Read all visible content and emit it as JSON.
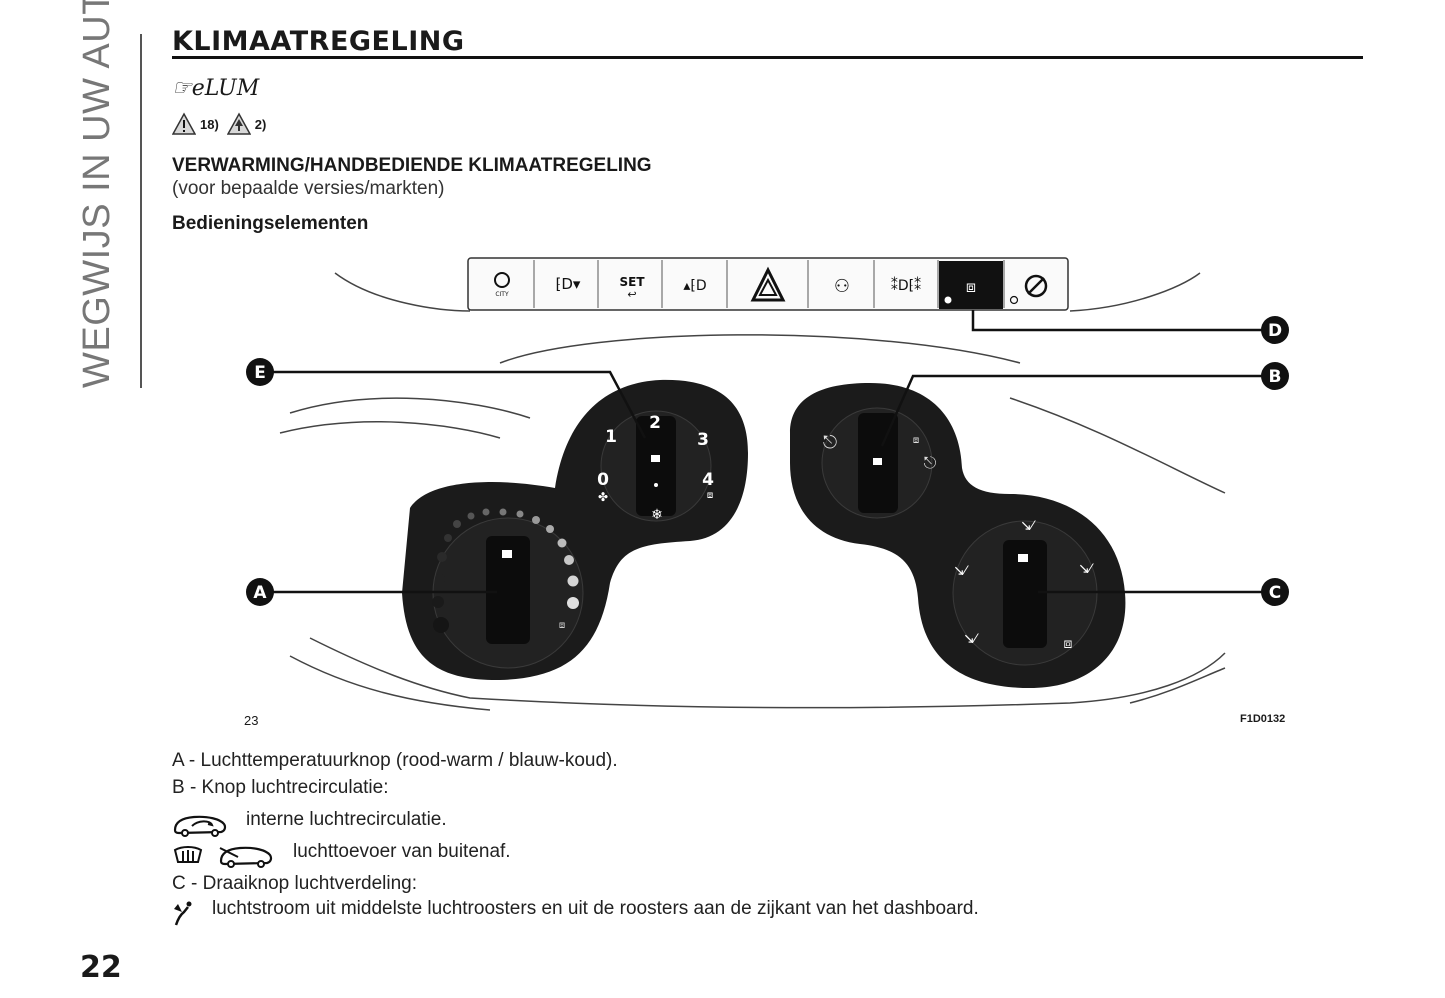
{
  "sidebar": {
    "section": "WEGWIJS IN UW AUTO"
  },
  "header": {
    "title": "KLIMAATREGELING",
    "elum": "eLUM"
  },
  "warnings": [
    {
      "icon": "warning-triangle-icon",
      "ref": "18)"
    },
    {
      "icon": "environment-icon",
      "ref": "2)"
    }
  ],
  "section": {
    "heading": "VERWARMING/HANDBEDIENDE KLIMAATREGELING",
    "subheading": "(voor bepaalde versies/markten)",
    "controls_heading": "Bedieningselementen"
  },
  "figure": {
    "number": "23",
    "code": "F1D0132",
    "callouts": [
      "A",
      "B",
      "C",
      "D",
      "E"
    ],
    "fan_speeds": [
      "0",
      "1",
      "2",
      "3",
      "4"
    ]
  },
  "legend": {
    "a": "A - Luchttemperatuurknop (rood-warm / blauw-koud).",
    "b": "B - Knop luchtrecirculatie:",
    "b_internal": "interne luchtrecirculatie.",
    "b_external": "luchttoevoer van buitenaf.",
    "c": "C - Draaiknop luchtverdeling:",
    "c_vents": "luchtstroom uit middelste luchtroosters en uit de roosters aan de zijkant van het dashboard."
  },
  "footer": {
    "page": "22"
  }
}
